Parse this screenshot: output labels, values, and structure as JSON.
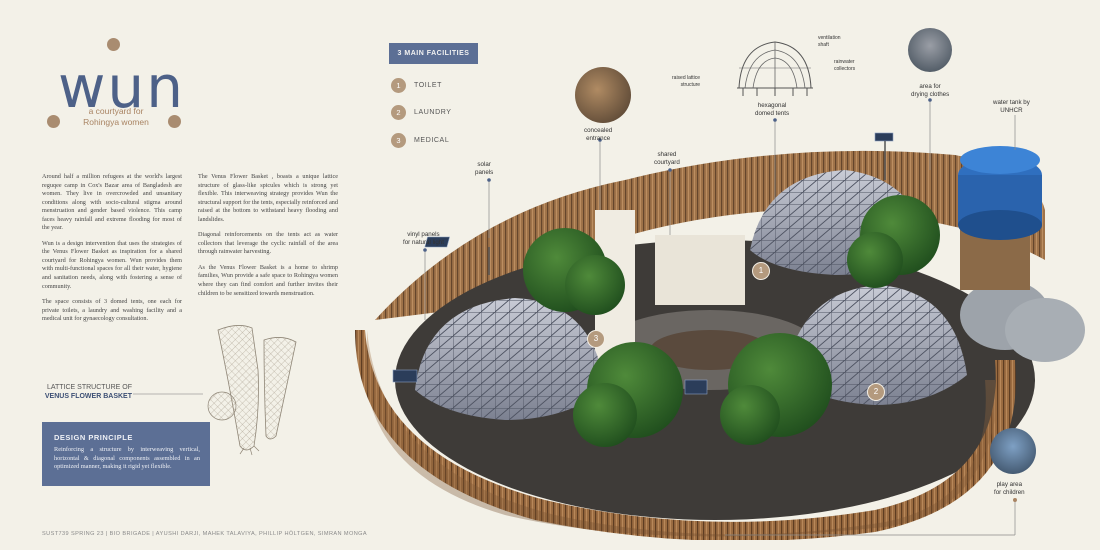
{
  "title": {
    "logo": "wun",
    "tagline_line1": "a courtyard for",
    "tagline_line2": "Rohingya women"
  },
  "column1": [
    "Around half a million refugees at the world's largest reguqee camp in Cox's Bazar area of Bangladesh are women. They live in overcrowded and unsanitary conditions along with socio-cultural stigma around menstruation and gender based violence. This camp faces heavy rainfall and extreme flooding for most of the year.",
    "Wun is a design intervention that uses the strategies of the Venus Flower Basket as inspiration for a shared courtyard for Rohingya women. Wun provides them with multi-functional spaces for all their water, hygiene and sanitation needs, along with fostering a sense of community.",
    "The space consists of 3 domed tents, one each for private toilets, a laundry and washing facility and a medical unit for gynaecology consultation."
  ],
  "column2": [
    "The Venus Flower Basket , boasts a unique lattice structure of glass-like spicules which is strong yet flexible. This interweaving strategy provides Wun the structural support for the tents, especially reinforced and raised at the bottom to withstand heavy flooding and landslides.",
    "Diagonal reinforcements on the tents act as water collectors that leverage the cyclic rainfall of the area through rainwater harvesting.",
    "As the Venus Flower Basket is a home to shrimp families, Wun provide a safe space to Rohingya women where they can find comfort and further invites their children to be sensitized towards menstruation."
  ],
  "lattice_caption": {
    "line1": "LATTICE STRUCTURE OF",
    "line2": "VENUS FLOWER BASKET"
  },
  "design_principle": {
    "heading": "DESIGN PRINCIPLE",
    "text": "Reinforcing a structure by interweaving vertical, horizontal & diagonal components assembled in an optimized manner, making it rigid yet flexible."
  },
  "footer": "SUST739 SPRING 23  |  BIO BRIGADE  |  AYUSHI DARJI, MAHEK TALAVIYA, PHILLIP HÖLTGEN, SIMRAN MONGA",
  "facilities": {
    "heading": "3 MAIN FACILITIES",
    "items": [
      {
        "number": "1",
        "label": "TOILET"
      },
      {
        "number": "2",
        "label": "LAUNDRY"
      },
      {
        "number": "3",
        "label": "MEDICAL"
      }
    ]
  },
  "annotations": {
    "concealed_entrance": [
      "concealed",
      "entrance"
    ],
    "shared_courtyard": [
      "shared",
      "courtyard"
    ],
    "solar_panels": [
      "solar",
      "panels"
    ],
    "vinyl_panels": [
      "vinyl panels",
      "for natural light"
    ],
    "hexagonal_tents": [
      "hexagonal",
      "domed tents"
    ],
    "ventilation_shaft": [
      "ventilation",
      "shaft"
    ],
    "rainwater_collectors": [
      "rainwater",
      "collectors"
    ],
    "raised_lattice": [
      "raised lattice",
      "structure"
    ],
    "drying_clothes": [
      "area for",
      "drying clothes"
    ],
    "water_tank": [
      "water tank by",
      "UNHCR"
    ],
    "play_area": [
      "play area",
      "for children"
    ]
  },
  "markers": [
    "1",
    "2",
    "3"
  ],
  "colors": {
    "background": "#f3f1e8",
    "accent_blue": "#5c6f95",
    "accent_brown": "#a98c70",
    "logo_blue": "#4d6188",
    "tank_blue": "#2f6fbf"
  },
  "icons": [
    "lattice-sketch-icon",
    "dome-icon",
    "tree-icon",
    "solar-panel-icon",
    "water-tank-icon"
  ]
}
